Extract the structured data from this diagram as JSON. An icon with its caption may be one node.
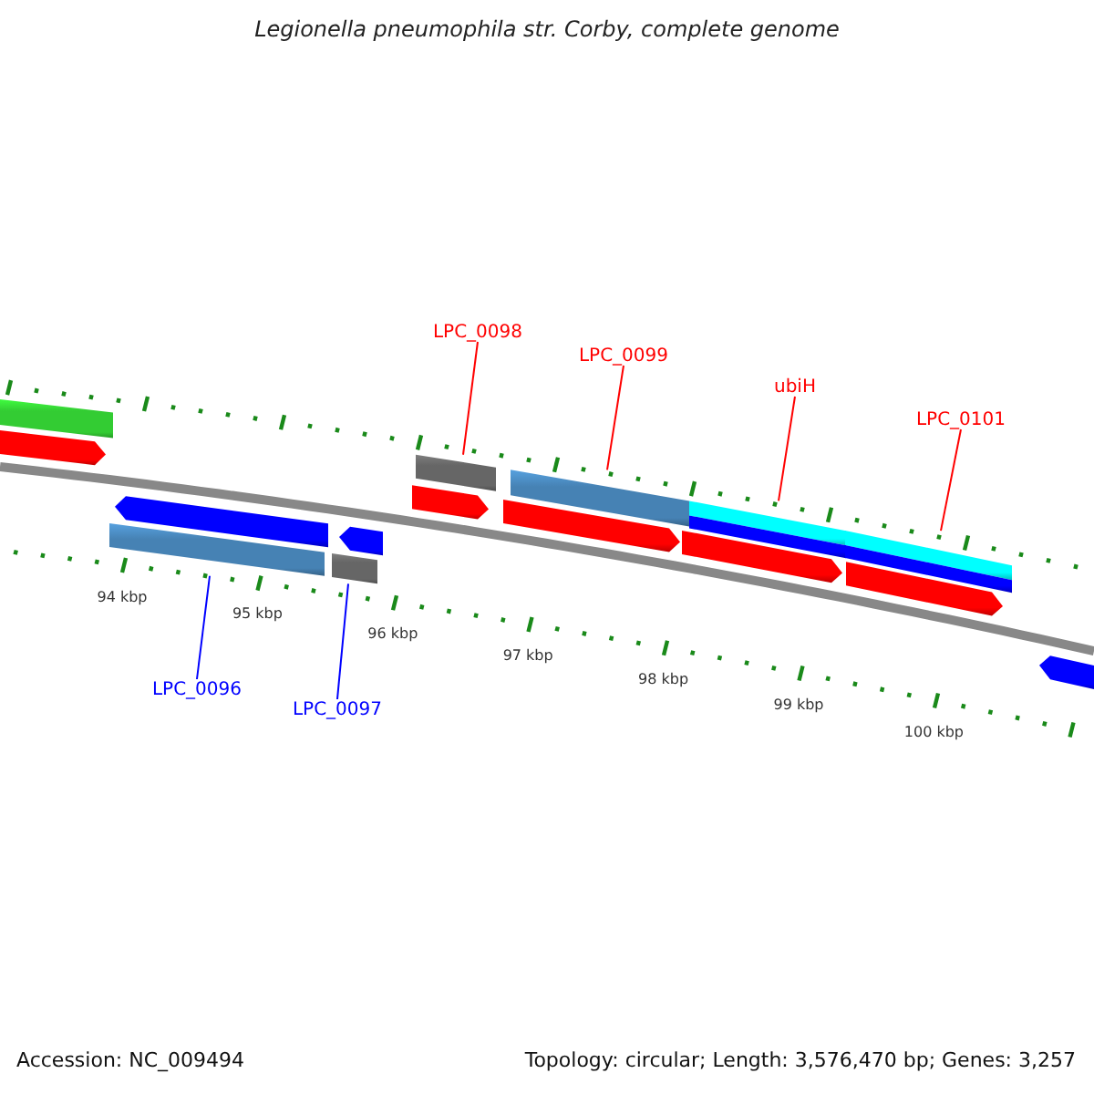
{
  "diagram": {
    "title": "Legionella pneumophila str. Corby, complete genome",
    "nodes": [
      {
        "text": [
          "LPC_0098"
        ]
      },
      {
        "text": [
          "LPC_0099"
        ]
      },
      {
        "text": [
          "ubiH"
        ]
      },
      {
        "text": [
          "LPC_0101"
        ]
      },
      {
        "text": [
          "LPC_0096"
        ]
      },
      {
        "text": [
          "LPC_0097"
        ]
      },
      {
        "text": [],
        "shape": "bar"
      },
      {
        "text": [],
        "shape": "bar"
      },
      {
        "text": [],
        "shape": "bar"
      },
      {
        "text": [],
        "shape": "bar"
      },
      {
        "text": [],
        "shape": "bar"
      },
      {
        "text": [],
        "shape": "bar"
      }
    ],
    "edges": [
      {
        "from": 0,
        "to": 6,
        "arrow": "none"
      },
      {
        "from": 1,
        "to": 7,
        "arrow": "none"
      },
      {
        "from": 2,
        "to": 8,
        "arrow": "none"
      },
      {
        "from": 3,
        "to": 9,
        "arrow": "none"
      },
      {
        "from": 4,
        "to": 10,
        "arrow": "none",
        "color": "#0000ff"
      },
      {
        "from": 5,
        "to": 11,
        "arrow": "none",
        "color": "#0000ff"
      }
    ],
    "labels": [
      "94 kbp",
      "95 kbp",
      "96 kbp",
      "97 kbp",
      "98 kbp",
      "99 kbp",
      "100 kbp",
      "Accession: NC_009494",
      "Topology: circular; Length: 3,576,470 bp; Genes: 3,257"
    ]
  }
}
